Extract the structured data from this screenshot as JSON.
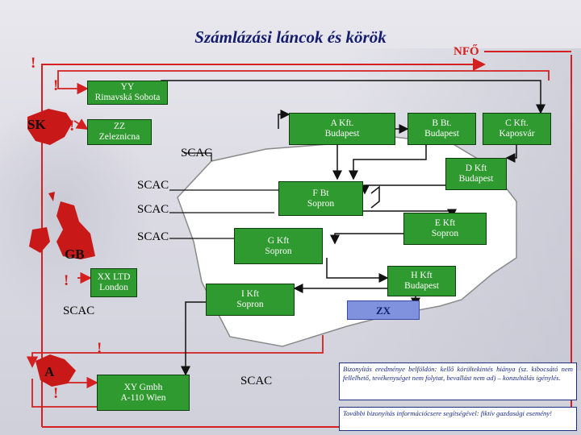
{
  "title": "Számlázási láncok és körök",
  "nfo": "NFŐ",
  "entities": {
    "yy": "YY\nRimavská Sobota",
    "zz": "ZZ\nZeleznicna",
    "a_kft": "A Kft.\nBudapest",
    "b_bt": "B Bt.\nBudapest",
    "c_kft": "C Kft.\nKaposvár",
    "d_kft": "D Kft\nBudapest",
    "f_bt": "F Bt\nSopron",
    "e_kft": "E Kft\nSopron",
    "g_kft": "G Kft\nSopron",
    "h_kft": "H Kft\nBudapest",
    "i_kft": "I Kft\nSopron",
    "xx_ltd": "XX LTD\nLondon",
    "zx": "ZX",
    "xy_gmbh": "XY Gmbh\nA-110 Wien"
  },
  "scac_label": "SCAC",
  "countries": {
    "sk": "SK",
    "gb": "GB",
    "a": "A"
  },
  "bang": "!",
  "notes": {
    "first": "Bizonyítás eredménye belföldön: kellő körültekintés hiánya (sz. kibocsátó nem fellelhető, tevékenységet nem folytat, bevallást nem ad) – konzultálás igénylés.",
    "second": "További bizonyítás információcsere segítségével: fiktív gazdasági esemény!"
  },
  "colors": {
    "box_green": "#2f9a2f",
    "arrow_red": "#d42020",
    "title_blue": "#131c6d",
    "zx_blue": "#8091dd"
  }
}
